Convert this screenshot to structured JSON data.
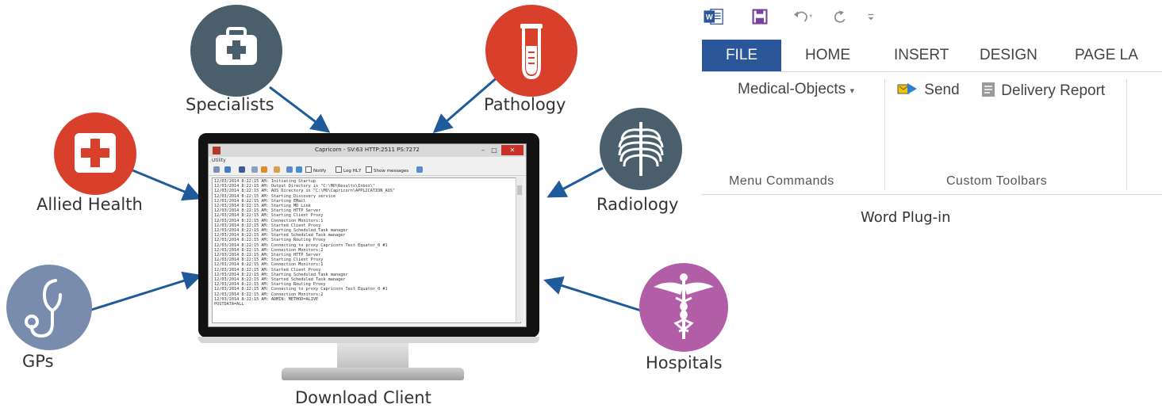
{
  "nodes": {
    "specialists": {
      "label": "Specialists",
      "icon": "medical-kit-icon",
      "color": "#4a5f6b"
    },
    "pathology": {
      "label": "Pathology",
      "icon": "test-tube-icon",
      "color": "#d9402b"
    },
    "allied_health": {
      "label": "Allied Health",
      "icon": "medical-cross-icon",
      "color": "#d9402b"
    },
    "radiology": {
      "label": "Radiology",
      "icon": "ribcage-icon",
      "color": "#4a5f6b"
    },
    "gps": {
      "label": "GPs",
      "icon": "stethoscope-icon",
      "color": "#7a8cad"
    },
    "hospitals": {
      "label": "Hospitals",
      "icon": "caduceus-icon",
      "color": "#b25ea6"
    }
  },
  "center": {
    "label": "Download Client"
  },
  "arrow_color": "#1f5a9a",
  "app": {
    "title": "Capricorn -  SV:63 HTTP:2511 PS:7272",
    "menu": "Utility",
    "checkboxes": [
      "Notify",
      "Log HL7",
      "Show messages"
    ],
    "log_lines": [
      "12/03/2014 8:22:15 AM:  Initiating Startup",
      "12/03/2014 8:22:15 AM:  Output Directory is \"C:\\MO\\Results\\Inbox\\\"",
      "12/03/2014 8:22:15 AM:  AOS Directory is \"C:\\MO\\Capricorn\\APPLICATION_AOS\"",
      "12/03/2014 8:22:15 AM:  Starting Discovery service",
      "12/03/2014 8:22:15 AM:  Starting EMail",
      "12/03/2014 8:22:15 AM:  Starting MD Link",
      "12/03/2014 8:22:15 AM:  Starting HTTP Server",
      "12/03/2014 8:22:15 AM:  Starting Client Proxy",
      "12/03/2014 8:22:15 AM:  Connection Monitors:1",
      "12/03/2014 8:22:15 AM:  Started Client Proxy",
      "12/03/2014 8:22:15 AM:  Starting Scheduled Task manager",
      "12/03/2014 8:22:15 AM:  Started Scheduled Task manager",
      "12/03/2014 8:22:15 AM:  Starting Routing Proxy",
      "12/03/2014 8:22:15 AM:  Connecting to proxy Capricorn Test Equator_0 #1",
      "12/03/2014 8:22:15 AM:  Connection Monitors:2",
      "12/03/2014 8:22:15 AM:  Starting HTTP Server",
      "12/03/2014 8:22:15 AM:  Starting Client Proxy",
      "12/03/2014 8:22:15 AM:  Connection Monitors:1",
      "12/03/2014 8:22:15 AM:  Started Client Proxy",
      "12/03/2014 8:22:15 AM:  Starting Scheduled Task manager",
      "12/03/2014 8:22:15 AM:  Started Scheduled Task manager",
      "12/03/2014 8:22:15 AM:  Starting Routing Proxy",
      "12/03/2014 8:22:15 AM:  Connecting to proxy Capricorn Test Equator_0 #1",
      "12/03/2014 8:22:15 AM:  Connection Monitors:2",
      "12/03/2014 8:22:15 AM:  ADMIN: METHOD=ALIVE",
      "POSTDATA=ALL"
    ]
  },
  "word": {
    "caption": "Word Plug-in",
    "tabs": [
      "FILE",
      "HOME",
      "INSERT",
      "DESIGN",
      "PAGE LA"
    ],
    "medical_objects": "Medical-Objects",
    "send": "Send",
    "delivery_report": "Delivery Report",
    "groups": [
      "Menu Commands",
      "Custom Toolbars"
    ],
    "accent": "#2b579a"
  }
}
